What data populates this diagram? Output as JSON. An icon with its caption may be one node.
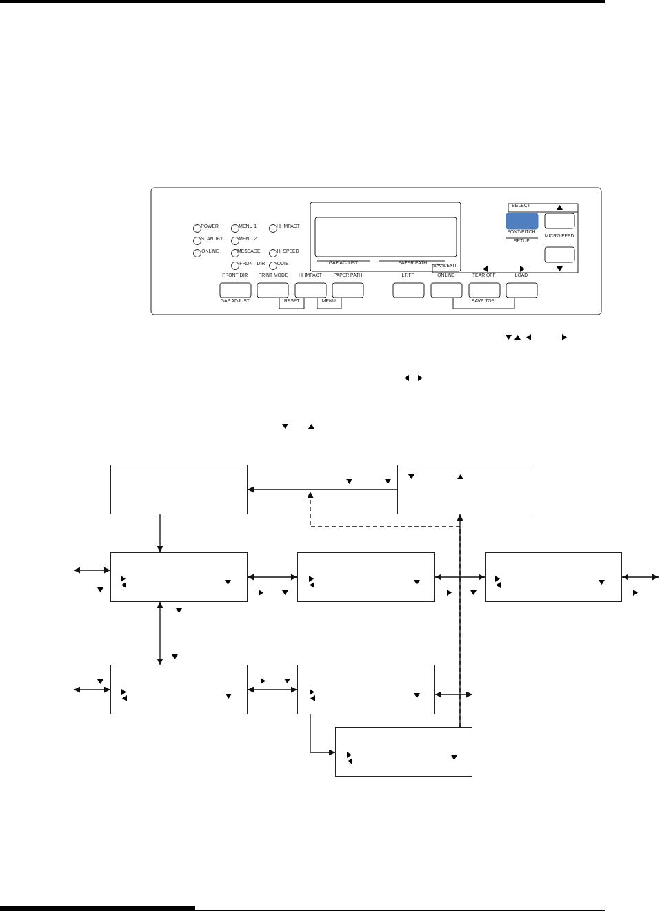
{
  "diagram": {
    "nodes": [
      {
        "text": [],
        "shape": "box"
      },
      {
        "text": [],
        "shape": "box"
      },
      {
        "text": [],
        "shape": "box"
      },
      {
        "text": [],
        "shape": "box"
      },
      {
        "text": [],
        "shape": "box"
      },
      {
        "text": [],
        "shape": "box"
      },
      {
        "text": [],
        "shape": "box"
      },
      {
        "text": [],
        "shape": "box"
      }
    ],
    "edges": [
      {
        "from": 1,
        "to": 0,
        "arrow": "to"
      },
      {
        "from": 7,
        "to": null,
        "arrow": "to",
        "style": "dashed"
      },
      {
        "from": 0,
        "to": 2,
        "arrow": "to"
      },
      {
        "from": null,
        "to": 2,
        "arrow": "both"
      },
      {
        "from": 2,
        "to": 3,
        "arrow": "both"
      },
      {
        "from": 3,
        "to": 4,
        "arrow": "both"
      },
      {
        "from": 4,
        "to": null,
        "arrow": "both"
      },
      {
        "from": 2,
        "to": 5,
        "arrow": "both"
      },
      {
        "from": null,
        "to": 5,
        "arrow": "both"
      },
      {
        "from": 5,
        "to": 6,
        "arrow": "both"
      },
      {
        "from": 6,
        "to": null,
        "arrow": "both"
      },
      {
        "from": 6,
        "to": 7,
        "arrow": "to"
      },
      {
        "from": 7,
        "to": 1,
        "arrow": "to"
      }
    ],
    "labels": [
      "SELECT",
      "POWER",
      "MENU 1",
      "HI IMPACT",
      "FONT/PITCH",
      "MICRO FEED",
      "STANDBY",
      "MENU 2",
      "SETUP",
      "ONLINE",
      "MESSAGE",
      "HI SPEED",
      "FRONT DIR",
      "QUIET",
      "GAP ADJUST",
      "PAPER PATH",
      "SAVE/EXIT",
      "FRONT DIR",
      "PRINT MODE",
      "HI IMPACT",
      "PAPER PATH",
      "LF/FF",
      "ONLINE",
      "TEAR OFF",
      "LOAD",
      "GAP ADJUST",
      "RESET",
      "MENU",
      "SAVE TOP"
    ]
  }
}
